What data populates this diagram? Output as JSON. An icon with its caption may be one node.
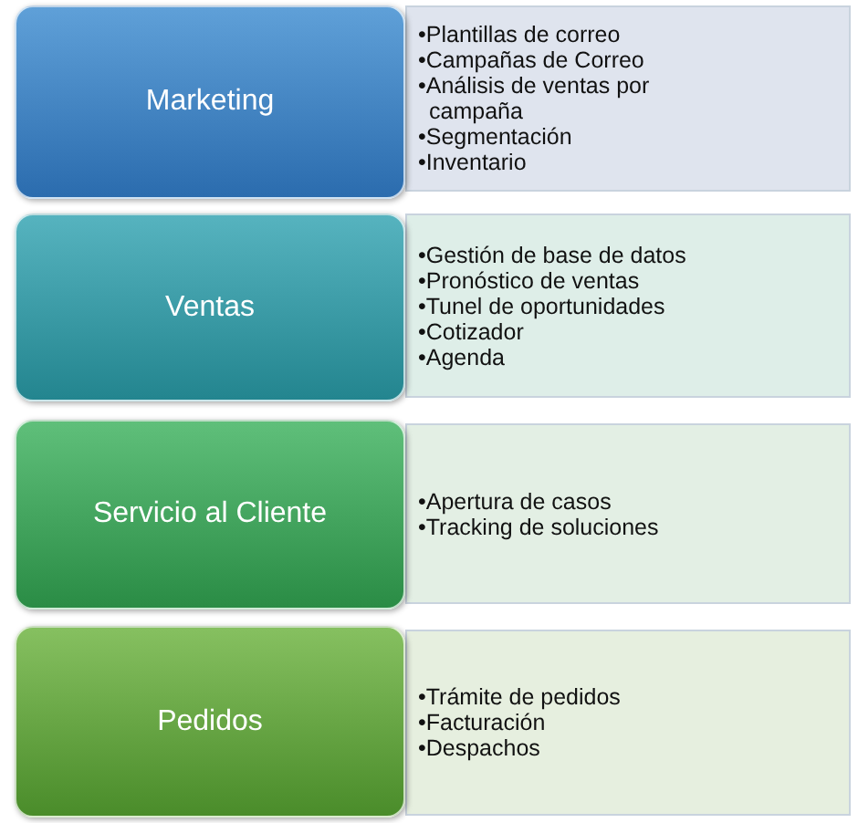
{
  "diagram": {
    "nodes": [
      {
        "text": [
          "Marketing"
        ]
      },
      {
        "text": [
          "•Plantillas de correo",
          "•Campañas de Correo",
          "•Análisis de ventas por campaña",
          "•Segmentación",
          "•Inventario"
        ]
      },
      {
        "text": [
          "Ventas"
        ]
      },
      {
        "text": [
          "•Gestión de base de datos",
          "•Pronóstico de ventas",
          "•Tunel de oportunidades",
          "•Cotizador",
          "•Agenda"
        ]
      },
      {
        "text": [
          "Servicio al Cliente"
        ]
      },
      {
        "text": [
          "•Apertura de casos",
          "•Tracking de soluciones"
        ]
      },
      {
        "text": [
          "Pedidos"
        ]
      },
      {
        "text": [
          "•Trámite de pedidos",
          "•Facturación",
          "•Despachos"
        ]
      }
    ]
  }
}
